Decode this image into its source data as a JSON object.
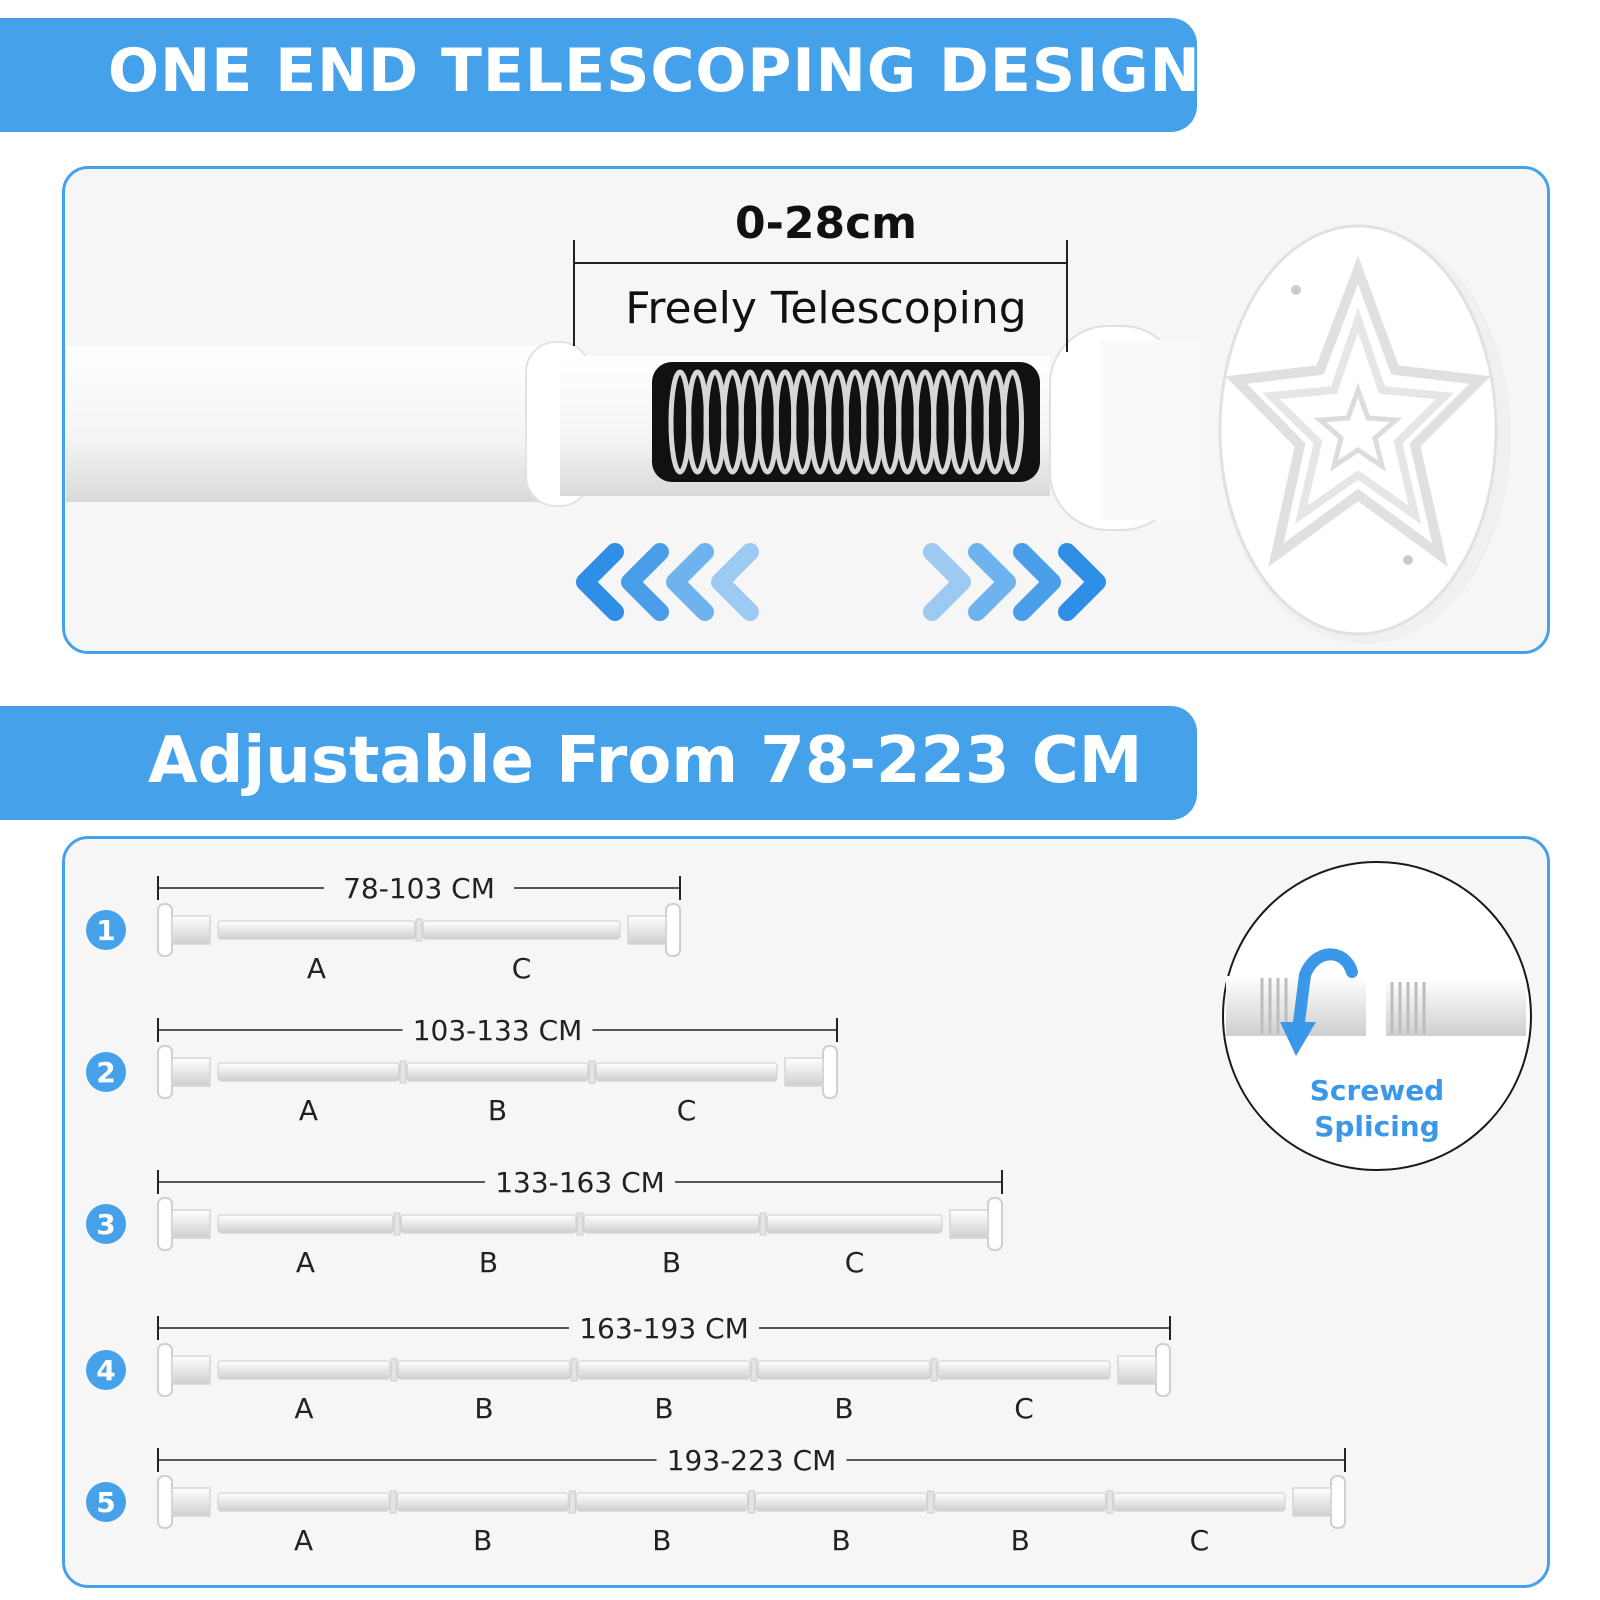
{
  "banner1": {
    "title": "ONE END TELESCOPING DESIGN"
  },
  "telescope": {
    "range": "0-28cm",
    "caption": "Freely Telescoping"
  },
  "banner2": {
    "title": "Adjustable From 78-223 CM"
  },
  "splice": {
    "line1": "Screwed",
    "line2": "Splicing"
  },
  "colors": {
    "accent": "#45a2ea",
    "panel_bg": "#f6f6f6"
  },
  "configs": [
    {
      "step": "1",
      "range": "78-103 CM",
      "segments": [
        "A",
        "C"
      ]
    },
    {
      "step": "2",
      "range": "103-133 CM",
      "segments": [
        "A",
        "B",
        "C"
      ]
    },
    {
      "step": "3",
      "range": "133-163 CM",
      "segments": [
        "A",
        "B",
        "B",
        "C"
      ]
    },
    {
      "step": "4",
      "range": "163-193 CM",
      "segments": [
        "A",
        "B",
        "B",
        "B",
        "C"
      ]
    },
    {
      "step": "5",
      "range": "193-223 CM",
      "segments": [
        "A",
        "B",
        "B",
        "B",
        "B",
        "C"
      ]
    }
  ]
}
